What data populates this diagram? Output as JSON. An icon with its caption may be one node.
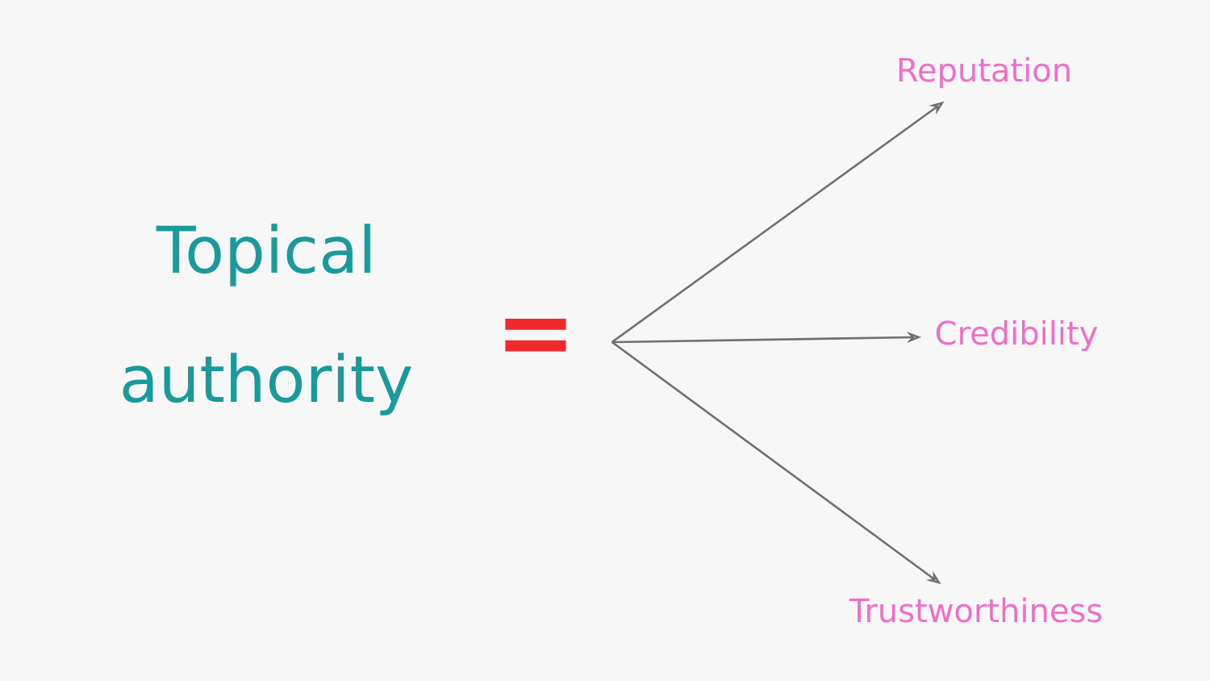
{
  "diagram": {
    "nodes": [
      {
        "text": [
          "Topical authority"
        ]
      },
      {
        "text": [
          "="
        ]
      },
      {
        "text": [
          "Reputation"
        ]
      },
      {
        "text": [
          "Credibility"
        ]
      },
      {
        "text": [
          "Trustworthiness"
        ]
      }
    ],
    "edges": [
      {
        "from": 1,
        "to": 2,
        "arrow": "to"
      },
      {
        "from": 1,
        "to": 3,
        "arrow": "to"
      },
      {
        "from": 1,
        "to": 4,
        "arrow": "to"
      }
    ]
  }
}
